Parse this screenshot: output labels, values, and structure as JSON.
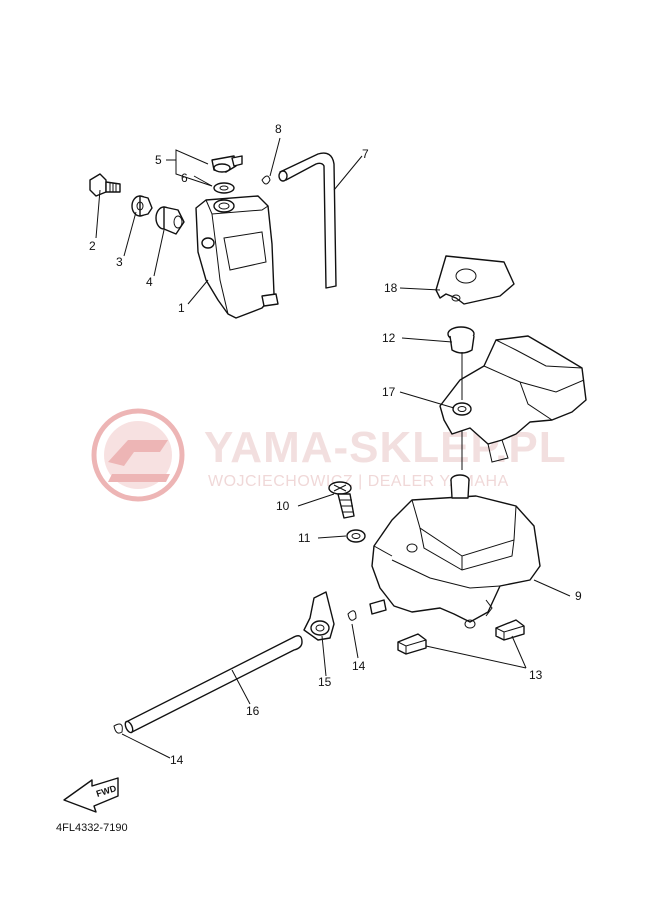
{
  "watermark": {
    "title": "YAMA-SKLEP.PL",
    "subtitle": "WOJCIECHOWICZ | DEALER YAMAHA",
    "color": "#e07a7a"
  },
  "callouts": {
    "c1": "1",
    "c2": "2",
    "c3": "3",
    "c4": "4",
    "c5": "5",
    "c6": "6",
    "c7": "7",
    "c8": "8",
    "c9": "9",
    "c10": "10",
    "c11": "11",
    "c12": "12",
    "c13": "13",
    "c14a": "14",
    "c14b": "14",
    "c15": "15",
    "c16": "16",
    "c17": "17",
    "c18": "18"
  },
  "fwd_label": "FWD",
  "diagram_code": "4FL4332-7190"
}
